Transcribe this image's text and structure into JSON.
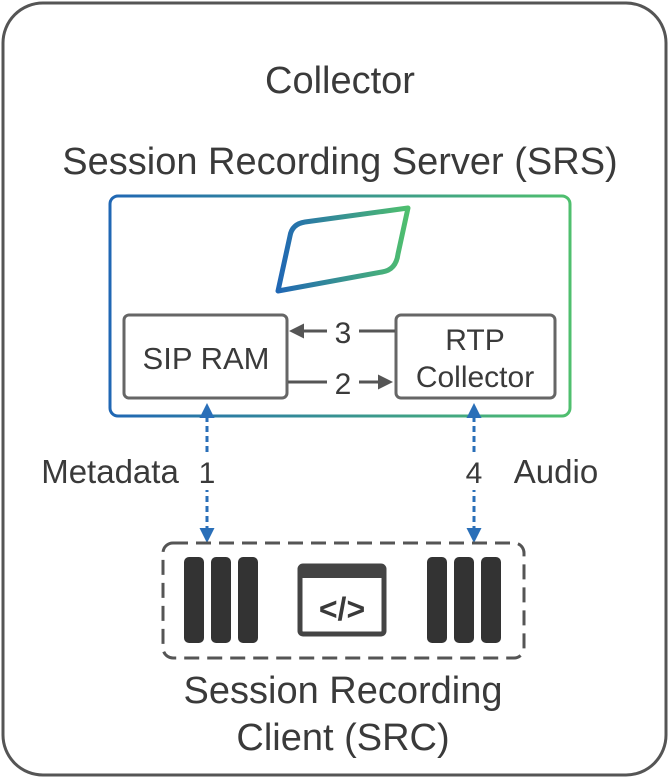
{
  "outer": {
    "title": "Collector"
  },
  "srs": {
    "title": "Session Recording Server (SRS)"
  },
  "sip_ram": {
    "label": "SIP RAM"
  },
  "rtp_collector": {
    "line1": "RTP",
    "line2": "Collector"
  },
  "flows": {
    "step2": "2",
    "step3": "3",
    "step1": "1",
    "step4": "4",
    "metadata_label": "Metadata",
    "audio_label": "Audio"
  },
  "src": {
    "line1": "Session Recording",
    "line2": "Client (SRC)",
    "code_glyph": "</>"
  },
  "colors": {
    "frame": "#555555",
    "gradient_start": "#2067b4",
    "gradient_end": "#4fbf6e",
    "arrow_blue": "#2a6fb8",
    "box_border": "#666666",
    "dark_bars": "#333333"
  },
  "icons": [
    "code-window-icon",
    "server-rack-icon"
  ]
}
